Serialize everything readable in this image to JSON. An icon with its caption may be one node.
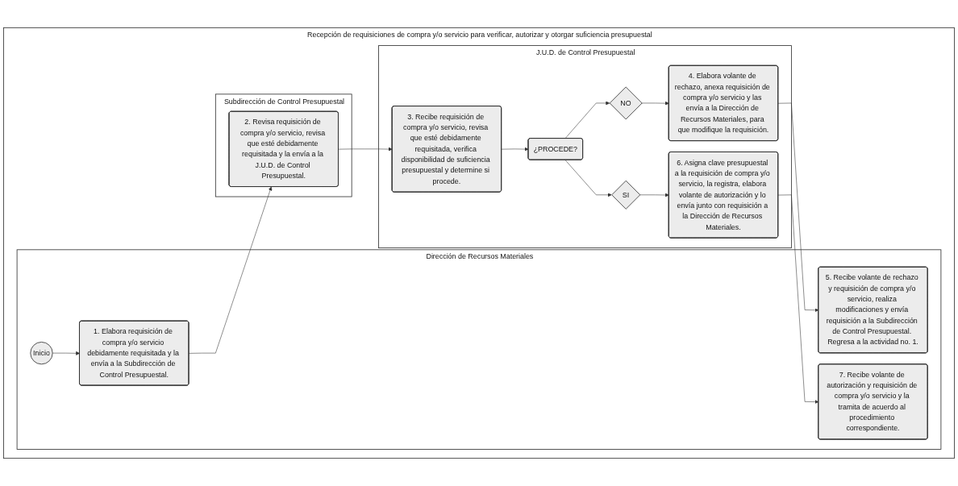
{
  "diagram": {
    "nodes": [
      {
        "text": [
          "Recepción de requisiciones de compra y/o servicio para verificar, autorizar y otorgar suficiencia presupuestal"
        ]
      },
      {
        "text": [
          "Dirección de Recursos Materiales"
        ],
        "in": 0
      },
      {
        "text": [
          "Subdirección de Control Presupuestal"
        ],
        "in": 0
      },
      {
        "text": [
          "J.U.D. de Control Presupuestal"
        ],
        "in": 0
      },
      {
        "text": [
          "Inicio"
        ],
        "in": 1
      },
      {
        "text": [
          "1. Elabora requisición de compra y/o servicio debidamente requisitada y la envía a la Subdirección de Control Presupuestal."
        ],
        "in": 1
      },
      {
        "text": [
          "5. Recibe volante de rechazo y requisición de compra y/o servicio, realiza modificaciones y envía requisición a la Subdirección de Control Presupuestal. Regresa a la actividad no. 1."
        ],
        "in": 1
      },
      {
        "text": [
          "7. Recibe volante de autorización y requisición de compra y/o servicio y la tramita de acuerdo al procedimiento correspondiente."
        ],
        "in": 1
      },
      {
        "text": [
          "2. Revisa requisición de compra y/o servicio, revisa que esté debidamente requisitada y la envía a la J.U.D. de Control Presupuestal."
        ],
        "in": 2
      },
      {
        "text": [
          "3. Recibe requisición de compra y/o servicio, revisa que esté debidamente requisitada, verifica disponibilidad de suficiencia presupuestal y determine si procede."
        ],
        "in": 3
      },
      {
        "text": [
          "¿PROCEDE?"
        ],
        "in": 3
      },
      {
        "text": [
          "NO"
        ],
        "in": 3
      },
      {
        "text": [
          "SI"
        ],
        "in": 3
      },
      {
        "text": [
          "4. Elabora volante de rechazo, anexa requisición de compra y/o servicio y las envía a la Dirección de Recursos Materiales, para que modifique la requisición."
        ],
        "in": 3
      },
      {
        "text": [
          "6. Asigna clave presupuestal a la requisición de compra y/o servicio, la registra, elabora volante de autorización y lo envía junto con requisición a la Dirección de Recursos Materiales."
        ],
        "in": 3
      }
    ],
    "edges": [
      {
        "from": 4,
        "to": 5,
        "arrow": "to"
      },
      {
        "from": 5,
        "to": 8,
        "arrow": "to"
      },
      {
        "from": 8,
        "to": 9,
        "arrow": "to"
      },
      {
        "from": 9,
        "to": 10,
        "arrow": "to"
      },
      {
        "from": 10,
        "to": 11,
        "arrow": "to"
      },
      {
        "from": 10,
        "to": 12,
        "arrow": "to"
      },
      {
        "from": 11,
        "to": 13,
        "arrow": "to"
      },
      {
        "from": 12,
        "to": 14,
        "arrow": "to"
      },
      {
        "from": 13,
        "to": 6,
        "arrow": "to"
      },
      {
        "from": 14,
        "to": 7,
        "arrow": "to"
      }
    ]
  }
}
